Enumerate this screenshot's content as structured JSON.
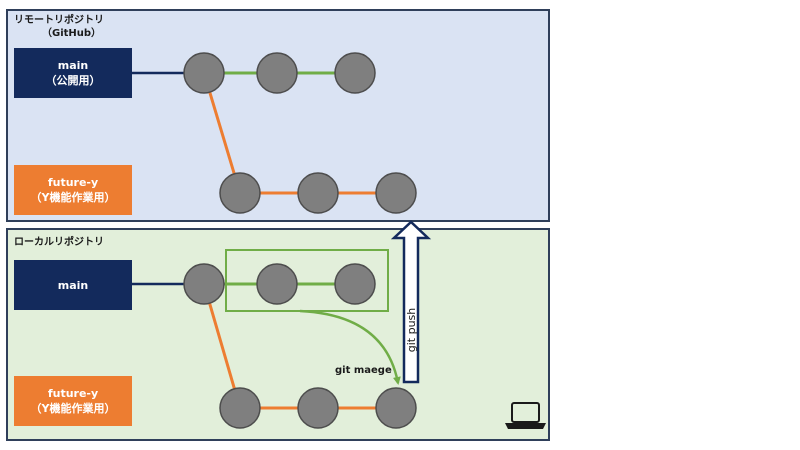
{
  "remote": {
    "title_line1": "リモートリポジトリ",
    "title_line2": "（GitHub）",
    "main_branch": {
      "line1": "main",
      "line2": "（公開用）"
    },
    "future_branch": {
      "line1": "future-y",
      "line2": "（Y機能作業用）"
    }
  },
  "local": {
    "title": "ローカルリポジトリ",
    "main_branch": {
      "line1": "main"
    },
    "future_branch": {
      "line1": "future-y",
      "line2": "（Y機能作業用）"
    }
  },
  "actions": {
    "merge_label": "git maege",
    "push_label": "git push"
  },
  "icons": {
    "local_machine": "laptop-icon"
  },
  "colors": {
    "remote_bg": "#dae3f3",
    "local_bg": "#e2efda",
    "main_blue": "#132a5c",
    "future_orange": "#ed7d31",
    "commit_gray": "#7f7f7f",
    "green_line": "#70ad47"
  }
}
